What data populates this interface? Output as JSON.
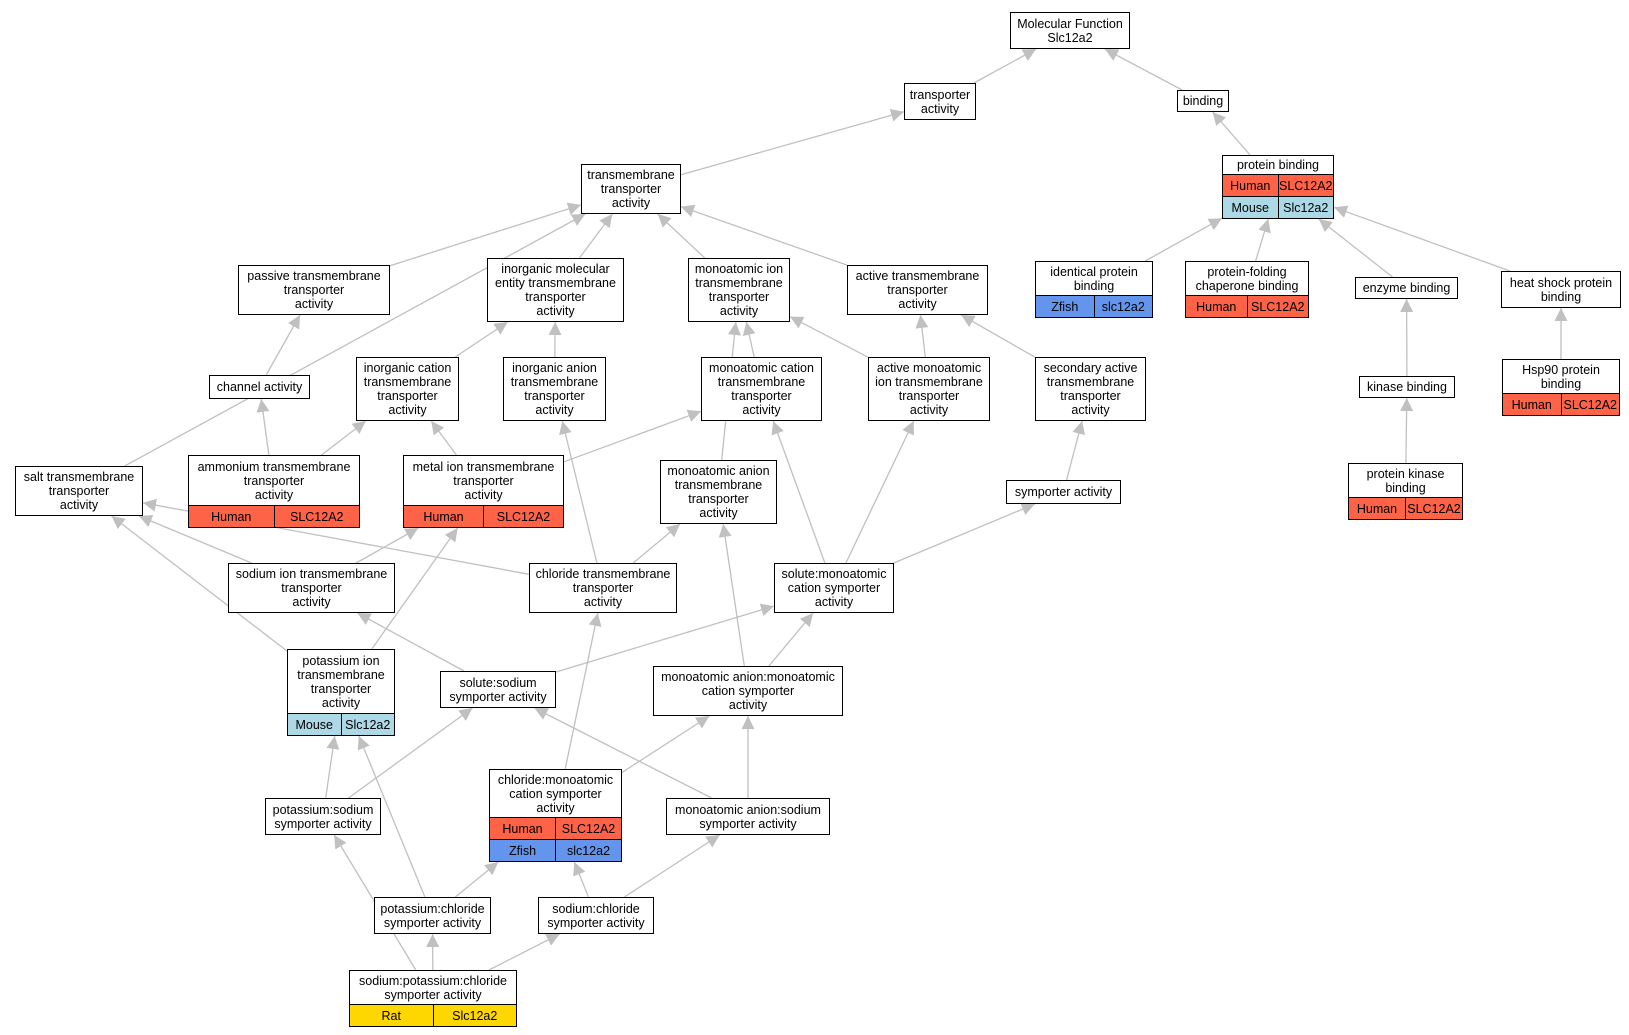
{
  "diagram": {
    "colors": {
      "Human": "#ff6347",
      "Mouse": "#add8e6",
      "Zfish": "#6495ed",
      "Rat": "#ffd700",
      "edge": "#c0c0c0"
    },
    "nodes": [
      {
        "id": "mf",
        "label": "Molecular Function\nSlc12a2"
      },
      {
        "id": "transporter",
        "label": "transporter\nactivity"
      },
      {
        "id": "binding",
        "label": "binding"
      },
      {
        "id": "tmta",
        "label": "transmembrane\ntransporter\nactivity"
      },
      {
        "id": "protbind",
        "label": "protein binding",
        "ann": [
          [
            "Human",
            "SLC12A2"
          ],
          [
            "Mouse",
            "Slc12a2"
          ]
        ]
      },
      {
        "id": "passive",
        "label": "passive transmembrane\ntransporter\nactivity"
      },
      {
        "id": "inorgmol",
        "label": "inorganic molecular\nentity transmembrane\ntransporter\nactivity"
      },
      {
        "id": "monoion",
        "label": "monoatomic ion\ntransmembrane\ntransporter\nactivity"
      },
      {
        "id": "active",
        "label": "active transmembrane\ntransporter\nactivity"
      },
      {
        "id": "identical",
        "label": "identical protein\nbinding",
        "ann": [
          [
            "Zfish",
            "slc12a2"
          ]
        ]
      },
      {
        "id": "chaperone",
        "label": "protein-folding\nchaperone binding",
        "ann": [
          [
            "Human",
            "SLC12A2"
          ]
        ]
      },
      {
        "id": "enzyme",
        "label": "enzyme binding"
      },
      {
        "id": "hsp",
        "label": "heat shock protein\nbinding"
      },
      {
        "id": "channel",
        "label": "channel activity"
      },
      {
        "id": "inorgcat",
        "label": "inorganic cation\ntransmembrane\ntransporter\nactivity"
      },
      {
        "id": "inorganion",
        "label": "inorganic anion\ntransmembrane\ntransporter\nactivity"
      },
      {
        "id": "monocat",
        "label": "monoatomic cation\ntransmembrane\ntransporter\nactivity"
      },
      {
        "id": "activemono",
        "label": "active monoatomic\nion transmembrane\ntransporter\nactivity"
      },
      {
        "id": "secondary",
        "label": "secondary active\ntransmembrane\ntransporter\nactivity"
      },
      {
        "id": "kinase",
        "label": "kinase binding"
      },
      {
        "id": "hsp90",
        "label": "Hsp90 protein\nbinding",
        "ann": [
          [
            "Human",
            "SLC12A2"
          ]
        ]
      },
      {
        "id": "salt",
        "label": "salt transmembrane\ntransporter\nactivity"
      },
      {
        "id": "ammonium",
        "label": "ammonium transmembrane\ntransporter\nactivity",
        "ann": [
          [
            "Human",
            "SLC12A2"
          ]
        ]
      },
      {
        "id": "metal",
        "label": "metal ion transmembrane\ntransporter\nactivity",
        "ann": [
          [
            "Human",
            "SLC12A2"
          ]
        ]
      },
      {
        "id": "monoanion",
        "label": "monoatomic anion\ntransmembrane\ntransporter\nactivity"
      },
      {
        "id": "symporter",
        "label": "symporter activity"
      },
      {
        "id": "protkinase",
        "label": "protein kinase\nbinding",
        "ann": [
          [
            "Human",
            "SLC12A2"
          ]
        ]
      },
      {
        "id": "sodiumion",
        "label": "sodium ion transmembrane\ntransporter\nactivity"
      },
      {
        "id": "chloridetm",
        "label": "chloride transmembrane\ntransporter\nactivity"
      },
      {
        "id": "solutemono",
        "label": "solute:monoatomic\ncation symporter\nactivity"
      },
      {
        "id": "potassiumion",
        "label": "potassium ion\ntransmembrane\ntransporter\nactivity",
        "ann": [
          [
            "Mouse",
            "Slc12a2"
          ]
        ]
      },
      {
        "id": "solutesodium",
        "label": "solute:sodium\nsymporter activity"
      },
      {
        "id": "anionmono",
        "label": "monoatomic anion:monoatomic\ncation symporter\nactivity"
      },
      {
        "id": "chloridemono",
        "label": "chloride:monoatomic\ncation symporter\nactivity",
        "ann": [
          [
            "Human",
            "SLC12A2"
          ],
          [
            "Zfish",
            "slc12a2"
          ]
        ]
      },
      {
        "id": "potsodium",
        "label": "potassium:sodium\nsymporter activity"
      },
      {
        "id": "anionsodium",
        "label": "monoatomic anion:sodium\nsymporter activity"
      },
      {
        "id": "potchloride",
        "label": "potassium:chloride\nsymporter activity"
      },
      {
        "id": "sodchloride",
        "label": "sodium:chloride\nsymporter activity"
      },
      {
        "id": "nkcc",
        "label": "sodium:potassium:chloride\nsymporter activity",
        "ann": [
          [
            "Rat",
            "Slc12a2"
          ]
        ]
      }
    ],
    "edges": [
      [
        "transporter",
        "mf"
      ],
      [
        "binding",
        "mf"
      ],
      [
        "tmta",
        "transporter"
      ],
      [
        "protbind",
        "binding"
      ],
      [
        "passive",
        "tmta"
      ],
      [
        "inorgmol",
        "tmta"
      ],
      [
        "monoion",
        "tmta"
      ],
      [
        "active",
        "tmta"
      ],
      [
        "salt",
        "tmta"
      ],
      [
        "identical",
        "protbind"
      ],
      [
        "chaperone",
        "protbind"
      ],
      [
        "enzyme",
        "protbind"
      ],
      [
        "hsp",
        "protbind"
      ],
      [
        "channel",
        "passive"
      ],
      [
        "ammonium",
        "channel"
      ],
      [
        "inorgcat",
        "inorgmol"
      ],
      [
        "inorganion",
        "inorgmol"
      ],
      [
        "monocat",
        "monoion"
      ],
      [
        "activemono",
        "monoion"
      ],
      [
        "monoanion",
        "monoion"
      ],
      [
        "activemono",
        "active"
      ],
      [
        "secondary",
        "active"
      ],
      [
        "symporter",
        "secondary"
      ],
      [
        "solutemono",
        "activemono"
      ],
      [
        "solutemono",
        "monocat"
      ],
      [
        "kinase",
        "enzyme"
      ],
      [
        "protkinase",
        "kinase"
      ],
      [
        "hsp90",
        "hsp"
      ],
      [
        "ammonium",
        "inorgcat"
      ],
      [
        "metal",
        "inorgcat"
      ],
      [
        "metal",
        "monocat"
      ],
      [
        "chloridetm",
        "inorganion"
      ],
      [
        "chloridetm",
        "monoanion"
      ],
      [
        "chloridetm",
        "salt"
      ],
      [
        "sodiumion",
        "metal"
      ],
      [
        "sodiumion",
        "salt"
      ],
      [
        "potassiumion",
        "metal"
      ],
      [
        "potassiumion",
        "salt"
      ],
      [
        "solutemono",
        "symporter"
      ],
      [
        "solutesodium",
        "sodiumion"
      ],
      [
        "solutesodium",
        "solutemono"
      ],
      [
        "anionmono",
        "solutemono"
      ],
      [
        "anionmono",
        "monoanion"
      ],
      [
        "chloridemono",
        "anionmono"
      ],
      [
        "chloridemono",
        "chloridetm"
      ],
      [
        "potsodium",
        "solutesodium"
      ],
      [
        "potsodium",
        "potassiumion"
      ],
      [
        "anionsodium",
        "solutesodium"
      ],
      [
        "anionsodium",
        "anionmono"
      ],
      [
        "potchloride",
        "potassiumion"
      ],
      [
        "potchloride",
        "chloridemono"
      ],
      [
        "sodchloride",
        "chloridemono"
      ],
      [
        "sodchloride",
        "anionsodium"
      ],
      [
        "nkcc",
        "potchloride"
      ],
      [
        "nkcc",
        "sodchloride"
      ],
      [
        "nkcc",
        "potsodium"
      ]
    ]
  }
}
